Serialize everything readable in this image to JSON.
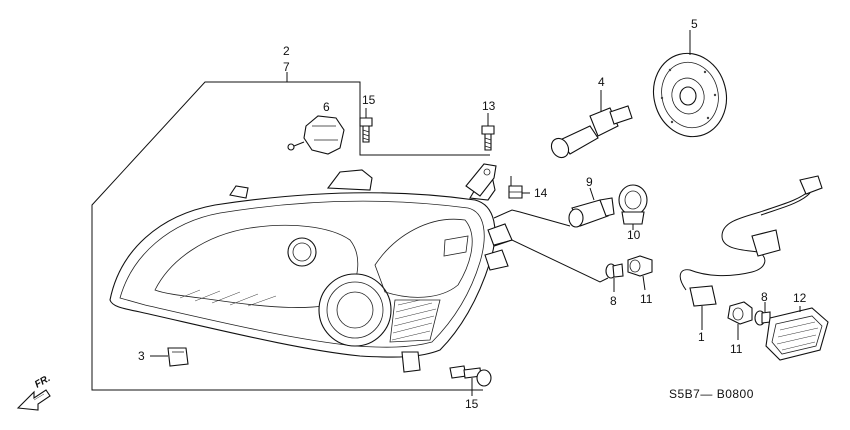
{
  "diagram": {
    "callouts": {
      "c2": "2",
      "c7": "7",
      "c6": "6",
      "c15a": "15",
      "c13": "13",
      "c4": "4",
      "c5": "5",
      "c14": "14",
      "c9": "9",
      "c10": "10",
      "c8a": "8",
      "c11a": "11",
      "c1": "1",
      "c8b": "8",
      "c11b": "11",
      "c12": "12",
      "c3": "3",
      "c15b": "15"
    },
    "code": "S5B7— B0800",
    "direction_label": "FR."
  }
}
